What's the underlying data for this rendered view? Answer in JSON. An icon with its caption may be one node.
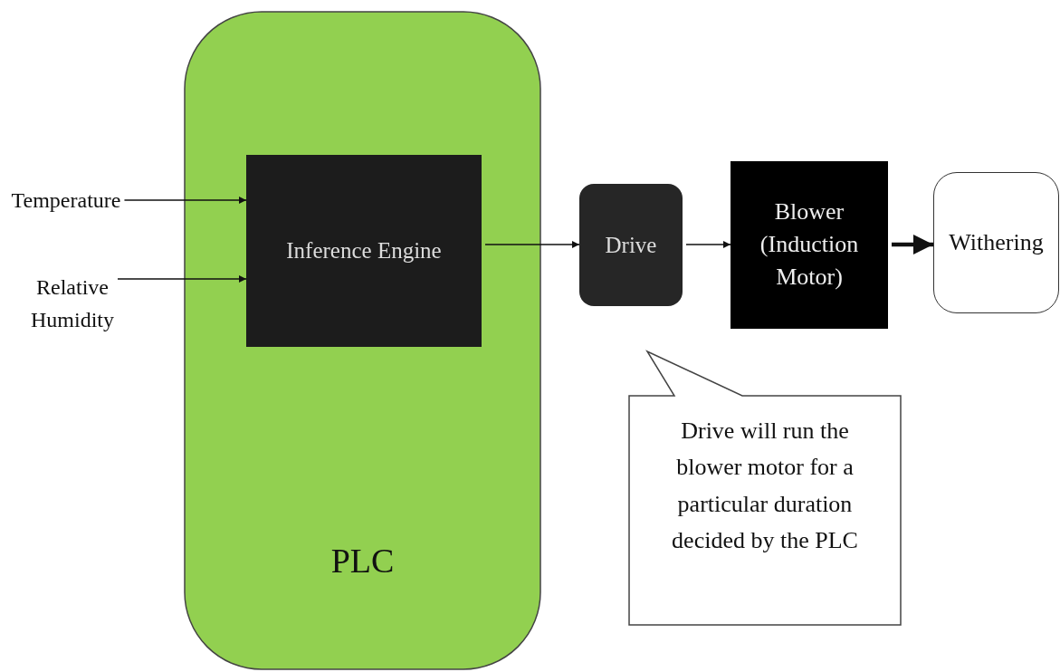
{
  "diagram": {
    "nodes": [
      {
        "text": [
          "PLC"
        ]
      },
      {
        "text": [
          "Inference Engine"
        ],
        "in": 0
      },
      {
        "text": [
          "Temperature"
        ]
      },
      {
        "text": [
          "Relative Humidity"
        ]
      },
      {
        "text": [
          "Drive"
        ]
      },
      {
        "text": [
          "Blower (Induction Motor)"
        ]
      },
      {
        "text": [
          "Withering"
        ]
      },
      {
        "text": [
          "Drive will run the blower motor for a particular duration decided by the PLC"
        ]
      }
    ],
    "edges": [
      {
        "from": 2,
        "to": 1,
        "arrow": "to"
      },
      {
        "from": 3,
        "to": 1,
        "arrow": "to"
      },
      {
        "from": 1,
        "to": 4,
        "arrow": "to"
      },
      {
        "from": 4,
        "to": 5,
        "arrow": "to"
      },
      {
        "from": 5,
        "to": 6,
        "arrow": "to",
        "style": "thick"
      }
    ]
  }
}
